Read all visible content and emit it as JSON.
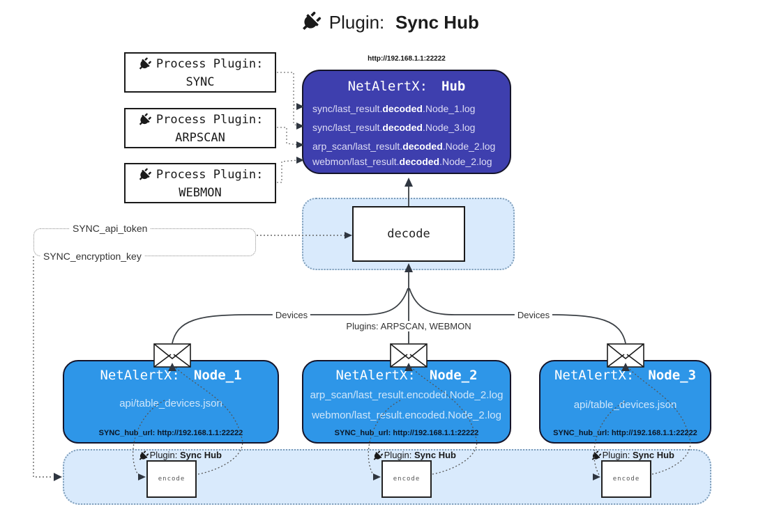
{
  "title": {
    "icon": "plug-icon",
    "prefix": "Plugin:",
    "name": "Sync Hub"
  },
  "hub": {
    "url": "http://192.168.1.1:22222",
    "prefix": "NetAlertX:",
    "name": "Hub",
    "logs": [
      {
        "pre": "sync/last_result.",
        "bold": "decoded",
        "post": ".Node_1.log"
      },
      {
        "pre": "sync/last_result.",
        "bold": "decoded",
        "post": ".Node_3.log"
      },
      {
        "pre": "arp_scan/last_result.",
        "bold": "decoded",
        "post": ".Node_2.log"
      },
      {
        "pre": "webmon/last_result.",
        "bold": "decoded",
        "post": ".Node_2.log"
      }
    ]
  },
  "process_plugins": [
    {
      "label": "Process Plugin:",
      "name": "SYNC"
    },
    {
      "label": "Process Plugin:",
      "name": "ARPSCAN"
    },
    {
      "label": "Process Plugin:",
      "name": "WEBMON"
    }
  ],
  "decode_panel": {
    "box_label": "decode"
  },
  "config_keys": {
    "api_token": "SYNC_api_token",
    "encryption_key": "SYNC_encryption_key"
  },
  "edge_labels": {
    "devices_left": "Devices",
    "devices_right": "Devices",
    "plugins": "Plugins: ARPSCAN, WEBMON"
  },
  "nodes": [
    {
      "prefix": "NetAlertX:",
      "name": "Node_1",
      "files": [
        "api/table_devices.json"
      ],
      "hub_url": "SYNC_hub_url: http://192.168.1.1:22222"
    },
    {
      "prefix": "NetAlertX:",
      "name": "Node_2",
      "files": [
        "arp_scan/last_result.encoded.Node_2.log",
        "webmon/last_result.encoded.Node_2.log"
      ],
      "hub_url": "SYNC_hub_url: http://192.168.1.1:22222"
    },
    {
      "prefix": "NetAlertX:",
      "name": "Node_3",
      "files": [
        "api/table_devices.json"
      ],
      "hub_url": "SYNC_hub_url: http://192.168.1.1:22222"
    }
  ],
  "encode_sections": [
    {
      "plugin_prefix": "Plugin:",
      "plugin_name": "Sync Hub",
      "box_label": "encode"
    },
    {
      "plugin_prefix": "Plugin:",
      "plugin_name": "Sync Hub",
      "box_label": "encode"
    },
    {
      "plugin_prefix": "Plugin:",
      "plugin_name": "Sync Hub",
      "box_label": "encode"
    }
  ],
  "colors": {
    "hub_fill": "#3e3fae",
    "node_fill": "#2e96e8",
    "panel_fill": "#d9eafc",
    "ink": "#1a1a1a"
  }
}
